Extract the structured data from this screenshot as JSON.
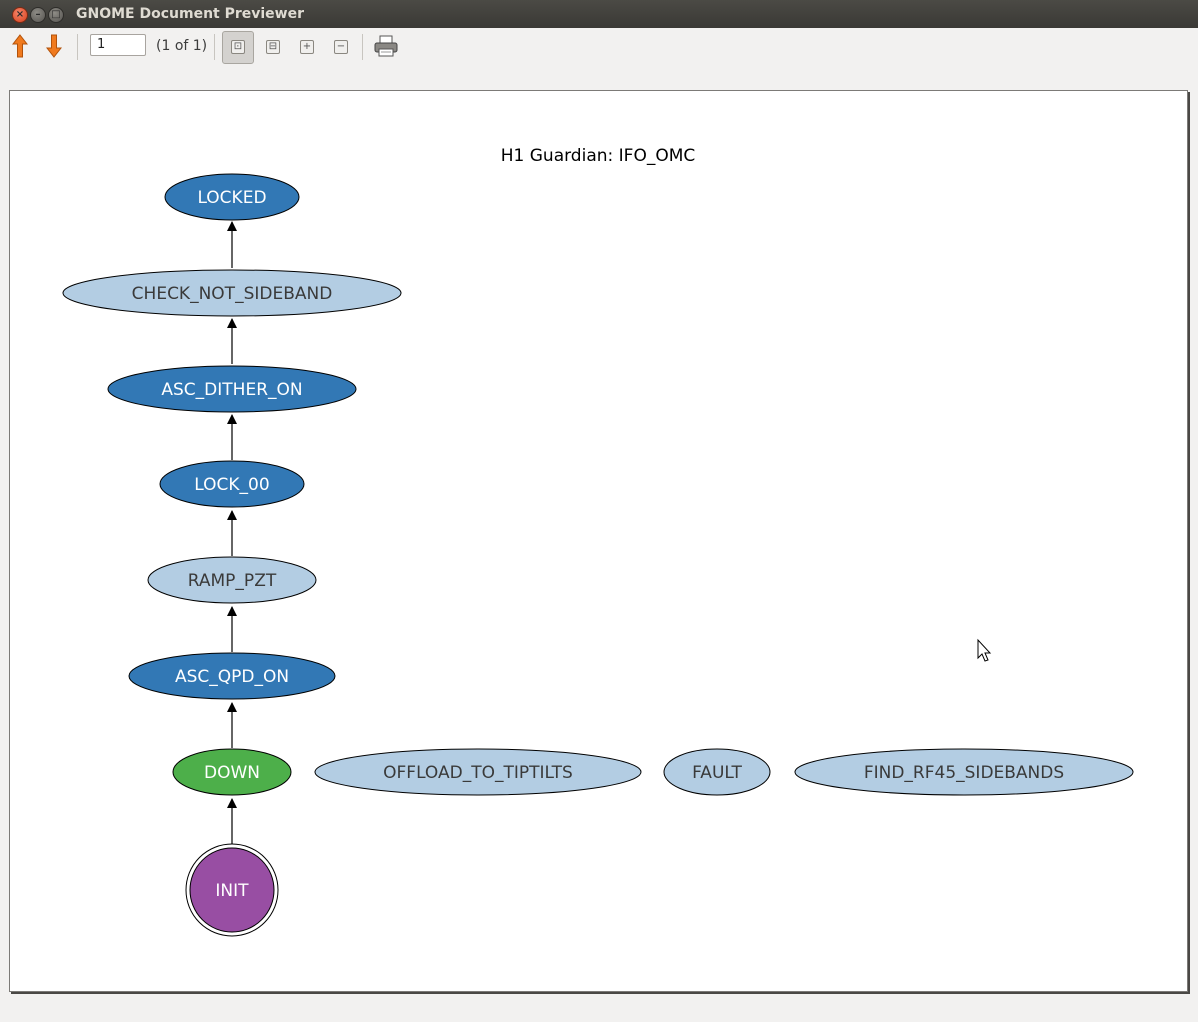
{
  "window": {
    "title": "GNOME Document Previewer"
  },
  "toolbar": {
    "page_value": "1",
    "page_count": "(1 of 1)"
  },
  "graph": {
    "title": "H1 Guardian: IFO_OMC",
    "colors": {
      "dark": "#3278b5",
      "light": "#b3cde3",
      "green": "#4daf4a",
      "purple": "#984ea3"
    },
    "nodes": [
      {
        "id": "locked",
        "label": "LOCKED",
        "style": "dark"
      },
      {
        "id": "check_not_sideband",
        "label": "CHECK_NOT_SIDEBAND",
        "style": "light"
      },
      {
        "id": "asc_dither_on",
        "label": "ASC_DITHER_ON",
        "style": "dark"
      },
      {
        "id": "lock_00",
        "label": "LOCK_00",
        "style": "dark"
      },
      {
        "id": "ramp_pzt",
        "label": "RAMP_PZT",
        "style": "light"
      },
      {
        "id": "asc_qpd_on",
        "label": "ASC_QPD_ON",
        "style": "dark"
      },
      {
        "id": "down",
        "label": "DOWN",
        "style": "green"
      },
      {
        "id": "offload_to_tiptilts",
        "label": "OFFLOAD_TO_TIPTILTS",
        "style": "light"
      },
      {
        "id": "fault",
        "label": "FAULT",
        "style": "light"
      },
      {
        "id": "find_rf45_sidebands",
        "label": "FIND_RF45_SIDEBANDS",
        "style": "light"
      },
      {
        "id": "init",
        "label": "INIT",
        "style": "purple"
      }
    ]
  }
}
